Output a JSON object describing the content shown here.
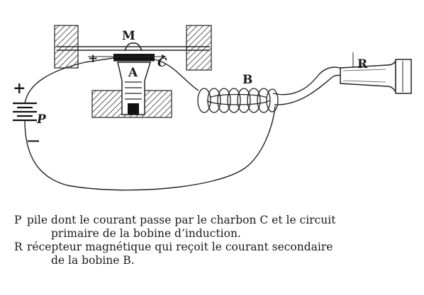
{
  "diagram": {
    "labels": {
      "M": "M",
      "A": "A",
      "C": "C",
      "B": "B",
      "R": "R",
      "P": "P",
      "plus_top": "+",
      "plus_left": "+",
      "minus_left": "—"
    }
  },
  "caption": {
    "items": [
      {
        "key": "P",
        "lines": [
          "pile dont le courant passe par le charbon C et le circuit",
          "primaire de la bobine d’induction."
        ]
      },
      {
        "key": "R",
        "lines": [
          "récepteur magnétique qui reçoit le courant secondaire",
          "de la bobine B."
        ]
      }
    ]
  }
}
